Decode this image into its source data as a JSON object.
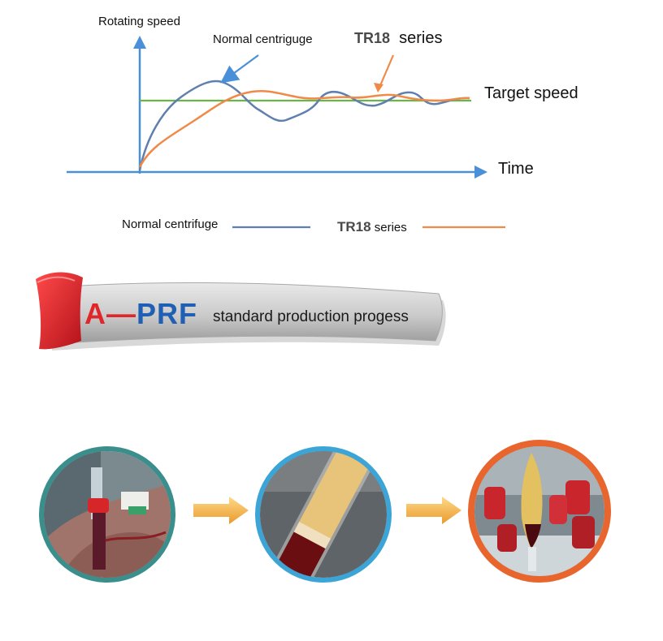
{
  "chart_data": {
    "type": "line",
    "ylabel": "Rotating speed",
    "xlabel": "Time",
    "reference_line_label": "Target speed",
    "annotations": [
      "Normal centriguge",
      "TR18  series"
    ],
    "series": [
      {
        "name": "Normal centrifuge",
        "color": "#5f7fae"
      },
      {
        "name": "TR18 series",
        "color": "#f08a48"
      }
    ],
    "target_color": "#6cb44a"
  },
  "legend": {
    "normal_label": "Normal centrifuge",
    "tr18_code": "TR18",
    "tr18_suffix": " series"
  },
  "annotation_tr18": {
    "code": "TR18",
    "suffix": "  series"
  },
  "banner": {
    "logo_a": "A",
    "logo_dash": "—",
    "logo_prf": "PRF",
    "subtitle": "standard production progess"
  },
  "process": {
    "steps": [
      "blood-draw-photo",
      "centrifuged-tube-photo",
      "prf-clot-photo"
    ],
    "ring_colors": [
      "#3a8f8c",
      "#3aa5d6",
      "#e8662e"
    ],
    "arrow_color": "#f3b04a"
  }
}
